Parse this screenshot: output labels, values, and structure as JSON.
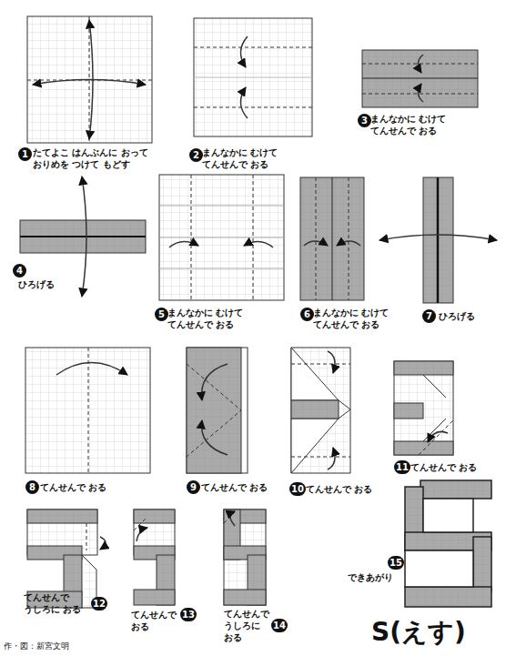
{
  "diagram": {
    "title": "S(えす)",
    "labels": [
      "1",
      "たてよこ はんぶんに おって おりめを つけて もどす",
      "2",
      "まんなかに むけて てんせんで おる",
      "3",
      "まんなかに むけて てんせんで おる",
      "4",
      "ひろげる",
      "5",
      "まんなかに むけて てんせんで おる",
      "6",
      "まんなかに むけて てんせんで おる",
      "7",
      "ひろげる",
      "8",
      "てんせんで おる",
      "9",
      "てんせんで おる",
      "10",
      "てんせんで おる",
      "11",
      "てんせんで おる",
      "12",
      "てんせんで うしろに おる",
      "13",
      "てんせんで おる",
      "14",
      "てんせんで うしろに おる",
      "15",
      "できあがり",
      "作・図：新宮文明"
    ]
  }
}
